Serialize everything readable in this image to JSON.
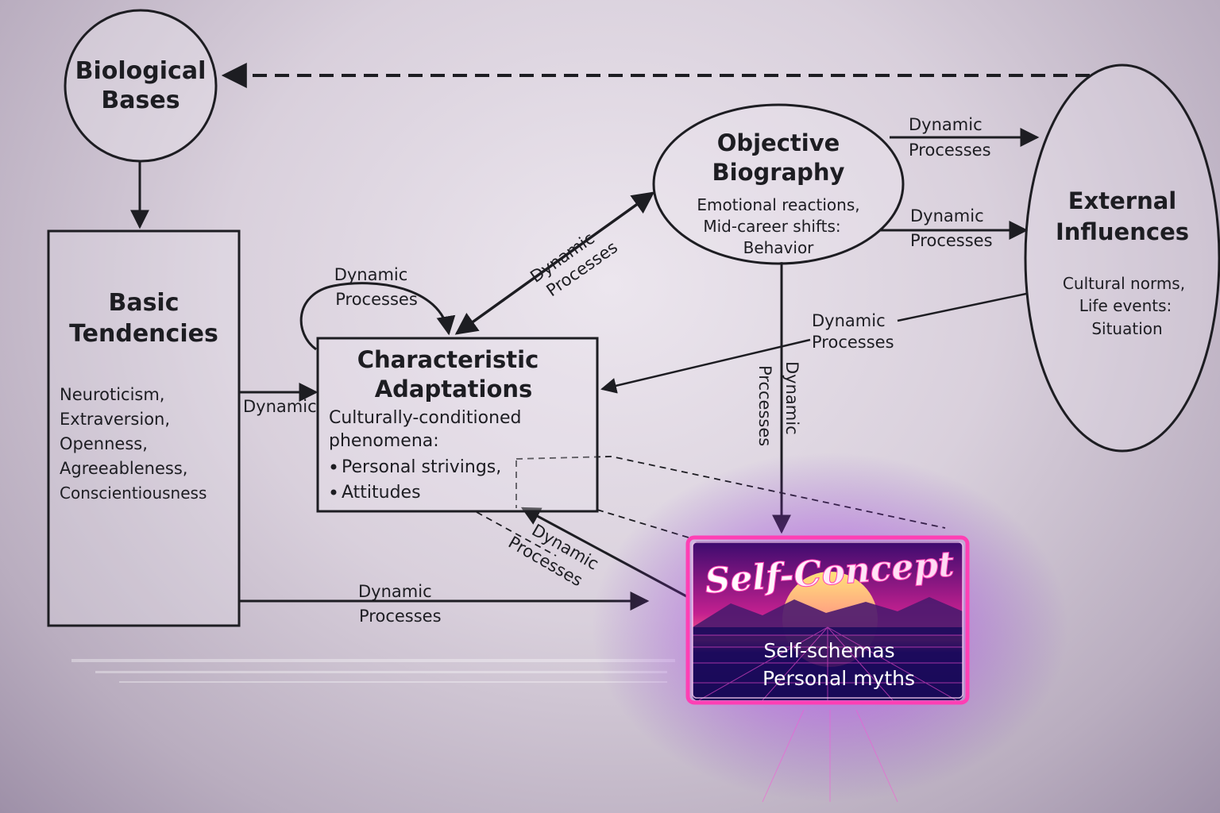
{
  "nodes": {
    "biological_bases": {
      "title_line1": "Biological",
      "title_line2": "Bases"
    },
    "basic_tendencies": {
      "title_line1": "Basic",
      "title_line2": "Tendencies",
      "items": [
        "Neuroticism,",
        "Extraversion,",
        "Openness,",
        "Agreeableness,",
        "Conscientiousness"
      ]
    },
    "characteristic_adaptations": {
      "title_line1": "Characteristic",
      "title_line2": "Adaptations",
      "text_line1": "Culturally-conditioned",
      "text_line2": "phenomena:",
      "bullets": [
        "Personal strivings,",
        "Attitudes"
      ]
    },
    "objective_biography": {
      "title_line1": "Objective",
      "title_line2": "Biography",
      "text_lines": [
        "Emotional reactions,",
        "Mid-career shifts:",
        "Behavior"
      ]
    },
    "external_influences": {
      "title_line1": "External",
      "title_line2": "Influences",
      "text_lines": [
        "Cultural norms,",
        "Life events:",
        "Situation"
      ]
    },
    "self_concept": {
      "title": "Self-Concept",
      "text_line1": "Self-schemas",
      "text_line2": "Personal myths"
    }
  },
  "edge_labels": {
    "self_loop_line1": "Dynamic",
    "self_loop_line2": "Processes",
    "bt_to_ca": "Dynamic",
    "ca_ob_line1": "Dynamic",
    "ca_ob_line2": "Processes",
    "ob_ei_upper_line1": "Dynamic",
    "ob_ei_upper_line2": "Processes",
    "ob_ei_lower_line1": "Dynamic",
    "ob_ei_lower_line2": "Processes",
    "ei_ca_line1": "Dynamic",
    "ei_ca_line2": "Processes",
    "ob_sc_line1": "Dynamic",
    "ob_sc_line2": "Prccesses",
    "sc_ca_line1": "Dynamic",
    "sc_ca_line2": "Processes",
    "bt_sc_line1": "Dynamic",
    "bt_sc_line2": "Processes"
  },
  "colors": {
    "ink": "#1d1d22",
    "neon_pink": "#ff3fb4",
    "neon_blue": "#3f6bff",
    "sunset_orange": "#ffb347",
    "glow_purple": "#b23cff"
  }
}
